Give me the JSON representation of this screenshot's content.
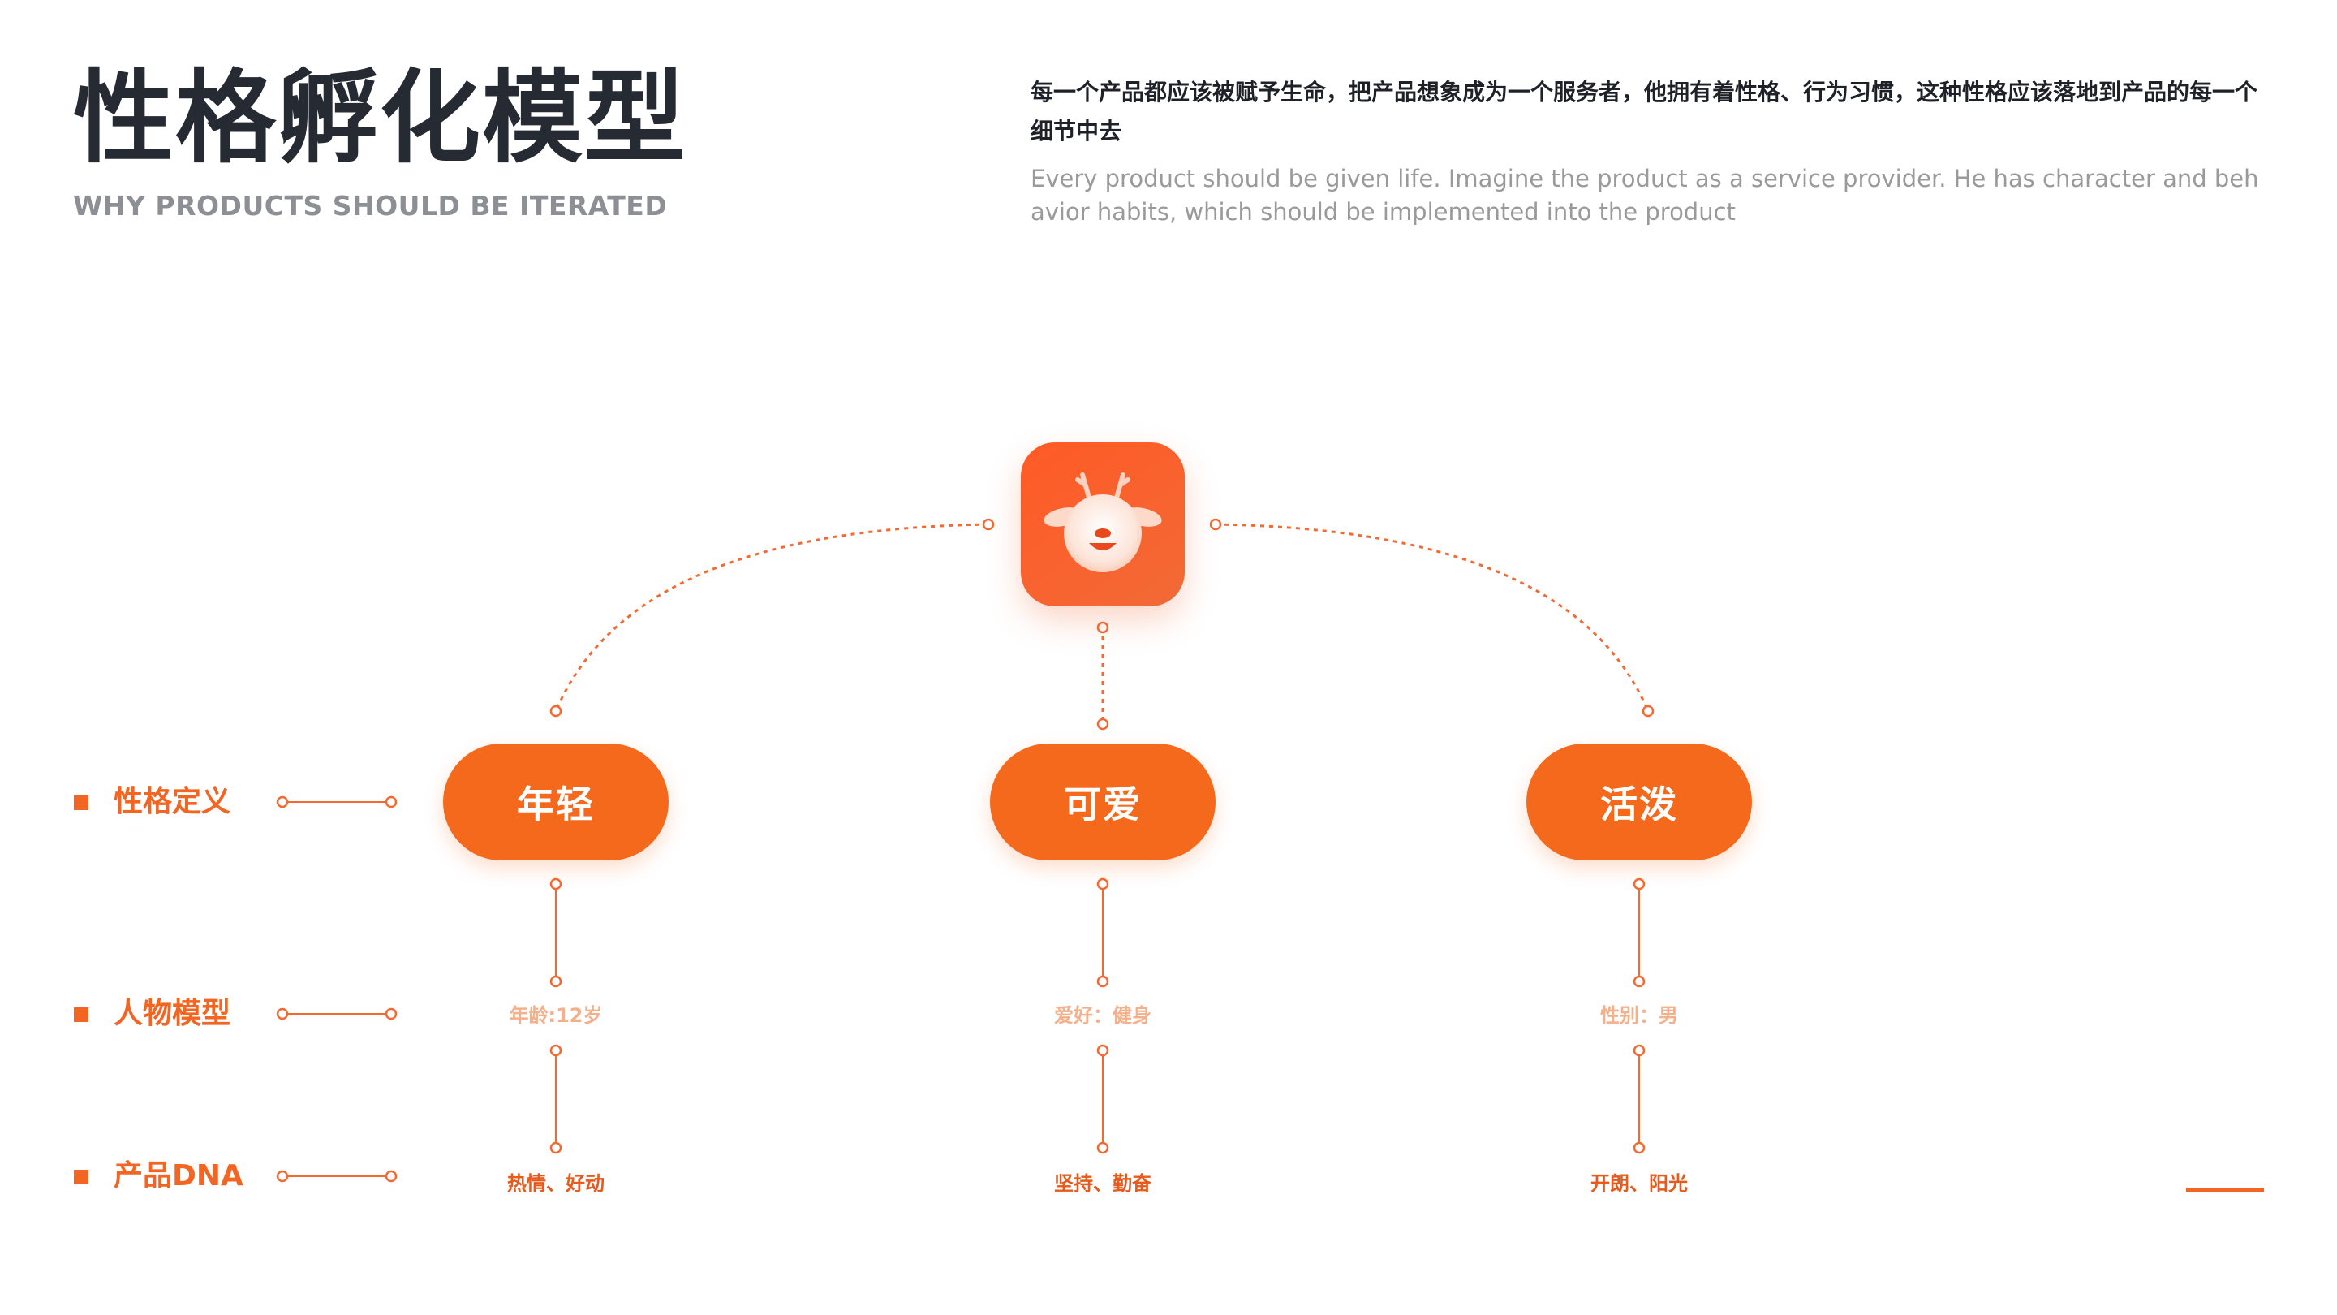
{
  "header": {
    "title": "性格孵化模型",
    "subtitle": "WHY PRODUCTS SHOULD BE ITERATED",
    "description_cn": "每一个产品都应该被赋予生命，把产品想象成为一个服务者，他拥有着性格、行为习惯，这种性格应该落地到产品的每一个细节中去",
    "description_en": "Every product should be given life. Imagine the product as a service provider. He has character and behavior habits, which should be implemented into the product"
  },
  "center_icon": {
    "icon": "deer-face-icon"
  },
  "rows": [
    {
      "label": "性格定义"
    },
    {
      "label": "人物模型"
    },
    {
      "label": "产品DNA"
    }
  ],
  "columns": [
    {
      "trait": "年轻",
      "model": "年龄:12岁",
      "dna": "热情、好动"
    },
    {
      "trait": "可爱",
      "model": "爱好：健身",
      "dna": "坚持、勤奋"
    },
    {
      "trait": "活泼",
      "model": "性别：男",
      "dna": "开朗、阳光"
    }
  ],
  "colors": {
    "accent": "#f4691c",
    "title": "#262b33",
    "muted": "#8c8f94",
    "model_text": "#f3b08a"
  }
}
